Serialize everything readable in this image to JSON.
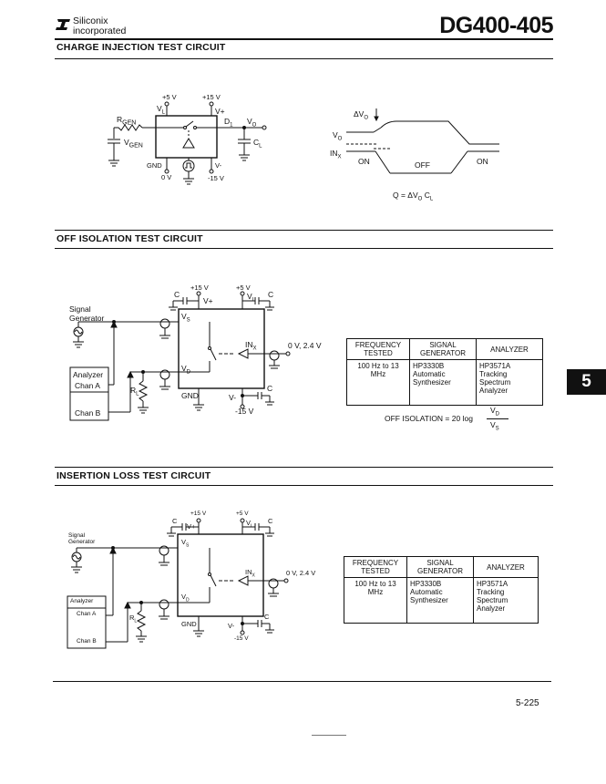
{
  "header": {
    "company_line1": "Siliconix",
    "company_line2": "incorporated",
    "part_number": "DG400-405"
  },
  "charge": {
    "title": "CHARGE INJECTION TEST CIRCUIT",
    "labels": {
      "p5v": "+5 V",
      "p15v": "+15 V",
      "vl": "V",
      "vl_sub": "L",
      "vplus": "V+",
      "rgen": "R",
      "rgen_sub": "GEN",
      "vgen": "V",
      "vgen_sub": "GEN",
      "d1": "D",
      "d1_sub": "1",
      "vo": "V",
      "vo_sub": "O",
      "cl": "C",
      "cl_sub": "L",
      "gnd": "GND",
      "vminus": "V-",
      "zero_v": "0 V",
      "m15v": "-15 V"
    },
    "waveform": {
      "delta_vo": "ΔV",
      "delta_vo_sub": "O",
      "vo": "V",
      "vo_sub": "O",
      "inx": "IN",
      "inx_sub": "X",
      "on1": "ON",
      "off": "OFF",
      "on2": "ON",
      "formula": "Q = ΔV",
      "formula_sub1": "O",
      "formula_c": " C",
      "formula_sub2": "L"
    }
  },
  "off_isolation": {
    "title": "OFF ISOLATION TEST CIRCUIT",
    "labels": {
      "p15v": "+15 V",
      "p5v": "+5 V",
      "c1": "C",
      "c2": "C",
      "c3": "C",
      "vplus": "V+",
      "vl": "V",
      "vl_sub": "L",
      "signal": "Signal",
      "generator": "Generator",
      "vs": "V",
      "vs_sub": "S",
      "vd": "V",
      "vd_sub": "D",
      "inx": "IN",
      "inx_sub": "X",
      "vctrl": "0 V, 2.4 V",
      "analyzer": "Analyzer",
      "chan_a": "Chan A",
      "chan_b": "Chan B",
      "rl": "R",
      "rl_sub": "L",
      "gnd": "GND",
      "vminus": "V-",
      "m15v": "-15 V"
    },
    "formula": "OFF ISOLATION = 20 log",
    "formula_num": "V",
    "formula_num_sub": "D",
    "formula_den": "V",
    "formula_den_sub": "S"
  },
  "table": {
    "headers": [
      "FREQUENCY TESTED",
      "SIGNAL GENERATOR",
      "ANALYZER"
    ],
    "row": [
      "100 Hz to 13 MHz",
      "HP3330B Automatic Synthesizer",
      "HP3571A Tracking Spectrum Analyzer"
    ]
  },
  "insertion": {
    "title": "INSERTION LOSS TEST CIRCUIT",
    "labels": {
      "p15v": "+15 V",
      "p5v": "+5 V",
      "c1": "C",
      "c2": "C",
      "c3": "C",
      "vplus": "V+",
      "vl": "V",
      "vl_sub": "L",
      "signal": "Signal",
      "generator": "Generator",
      "vs": "V",
      "vs_sub": "S",
      "vd": "V",
      "vd_sub": "D",
      "inx": "IN",
      "inx_sub": "X",
      "vctrl": "0 V, 2.4 V",
      "analyzer": "Analyzer",
      "chan_a": "Chan A",
      "chan_b": "Chan B",
      "rl": "R",
      "rl_sub": "L",
      "gnd": "GND",
      "vminus": "V-",
      "m15v": "-15 V"
    }
  },
  "tab_number": "5",
  "page_number": "5-225"
}
